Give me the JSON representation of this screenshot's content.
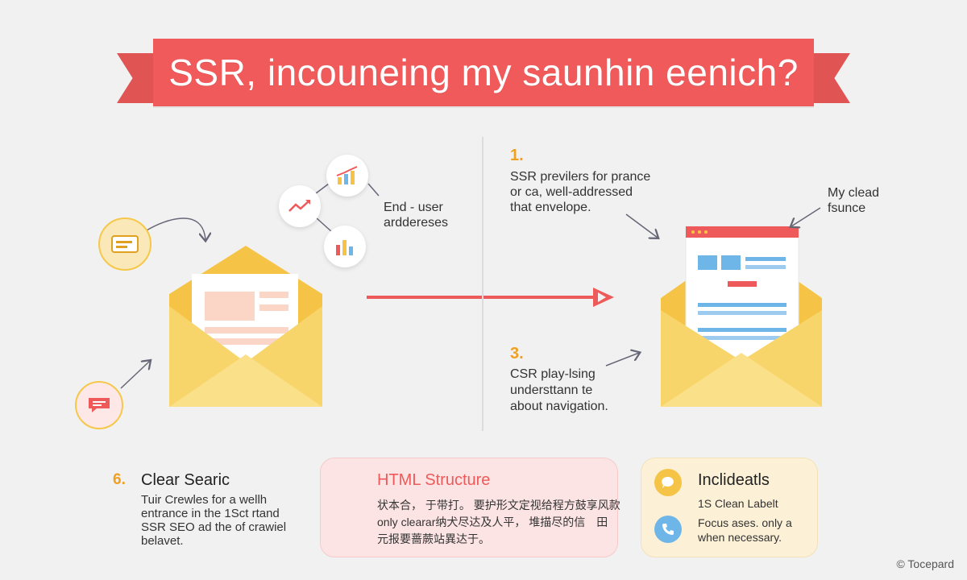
{
  "title": "SSR, incouneing my saunhin eenich?",
  "left": {
    "label_lines": [
      "End - user",
      "arddereses"
    ]
  },
  "steps": [
    {
      "num": "1.",
      "lines": [
        "SSR previlers for prance",
        "or ca, well-addressed",
        "that envelope."
      ]
    },
    {
      "num": "3.",
      "lines": [
        "CSR play-lsing",
        "understtann te",
        "about navigation."
      ]
    }
  ],
  "right_label_lines": [
    "My clead",
    "fsunce"
  ],
  "bottom": {
    "left": {
      "num": "6.",
      "title": "Clear Searic",
      "lines": [
        "Tuir Crewles for a wellh",
        "entrance in the 1Sct rtand",
        "SSR SEO ad the of crawiel",
        "belavet."
      ]
    },
    "middle": {
      "title": "HTML Structure",
      "lines": [
        "状本合， 于带打。 要护形文定视给程方鼓享风款",
        "only clearar纳犬尽达及人平， 堆描尽的信　田",
        "元报要蔷蕨站異达于。"
      ]
    },
    "right": {
      "title": "Inclideatls",
      "lines_top": [
        "1S Clean Labelt"
      ],
      "lines_bottom": [
        "Focus ases. only a",
        "when necessary."
      ]
    }
  },
  "copyright": "© Tocepard",
  "colors": {
    "ribbon": "#f05a5a",
    "accent_orange": "#f0a020",
    "arrow_red": "#ee5a5a",
    "envelope_yellow": "#f7c94f",
    "envelope_light": "#fbe08a"
  }
}
